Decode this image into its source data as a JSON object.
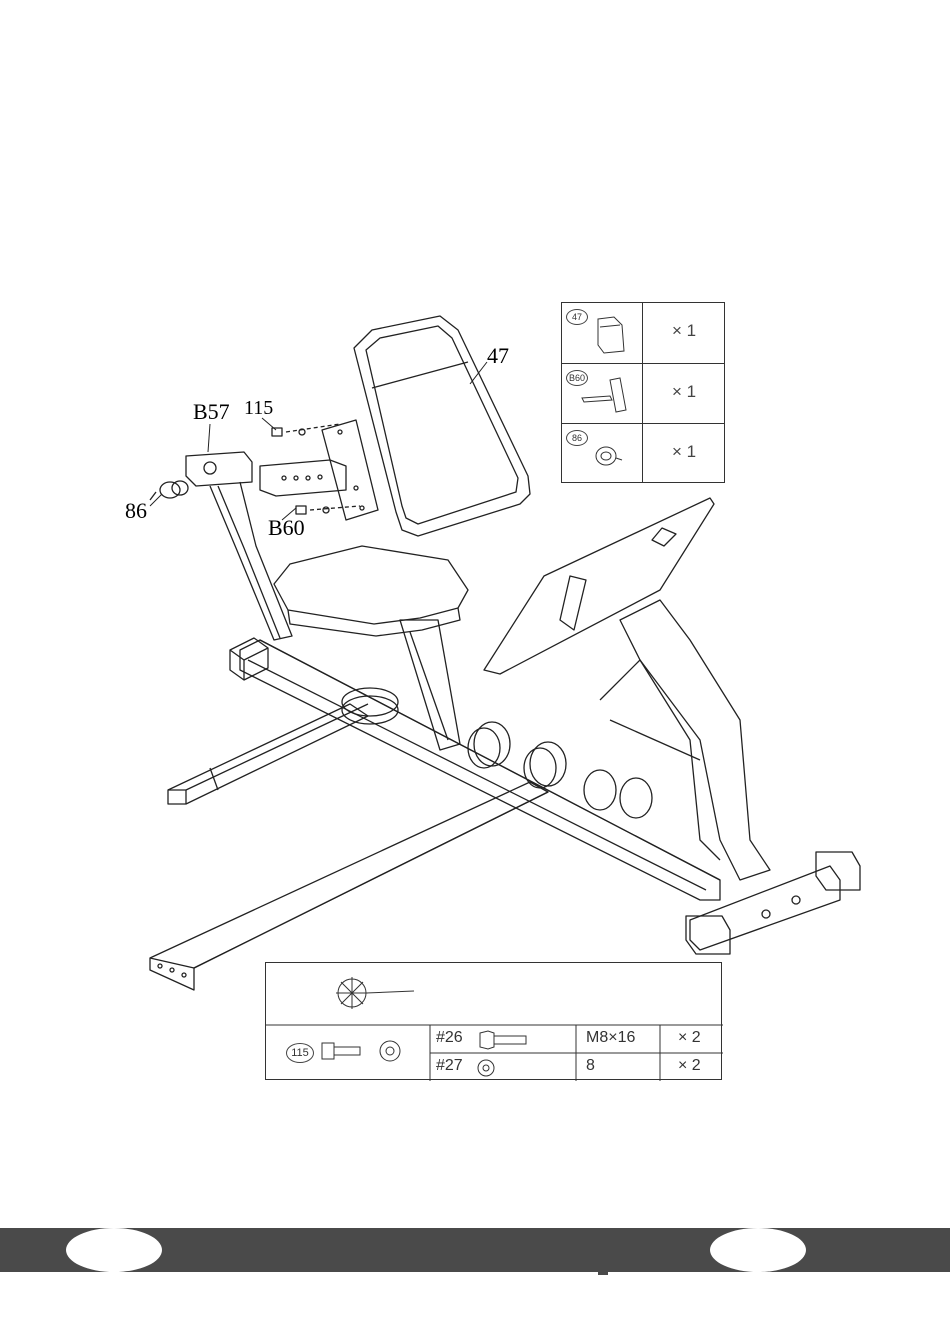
{
  "callouts": {
    "c47": "47",
    "cB57": "B57",
    "c115": "115",
    "c86": "86",
    "cB60": "B60"
  },
  "parts_table": {
    "rows": [
      {
        "tag": "47",
        "qty": "× 1"
      },
      {
        "tag": "B60",
        "qty": "× 1"
      },
      {
        "tag": "86",
        "qty": "× 1"
      }
    ]
  },
  "hardware_table": {
    "group_tag": "115",
    "rows": [
      {
        "code": "#26",
        "size": "M8×16",
        "qty": "× 2"
      },
      {
        "code": "#27",
        "size": "8",
        "qty": "× 2"
      }
    ]
  },
  "footer": {
    "page_left": "",
    "page_right": ""
  },
  "colors": {
    "line": "#222222",
    "footer_bar": "#4a4a4a"
  }
}
